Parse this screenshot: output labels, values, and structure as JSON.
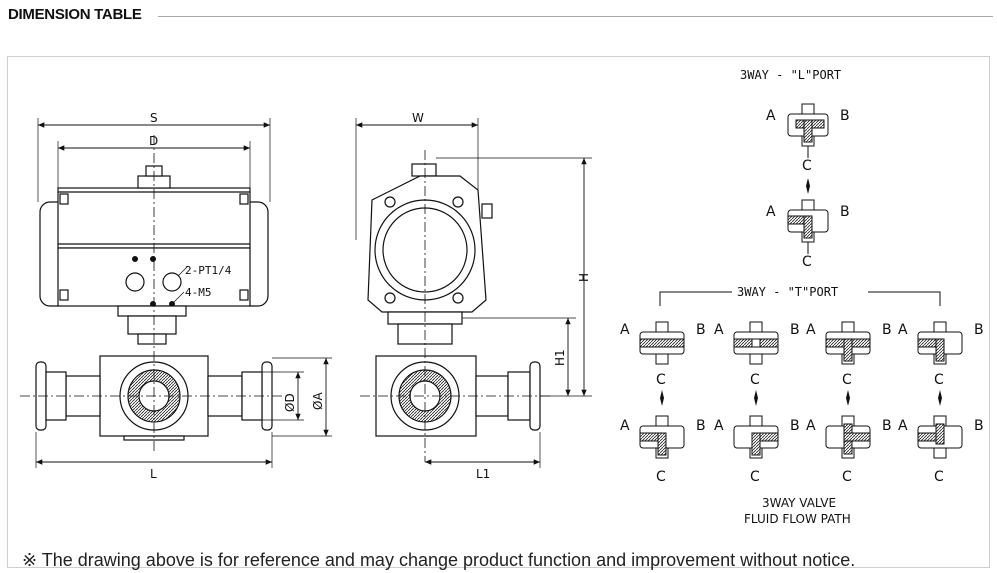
{
  "header": {
    "title": "DIMENSION TABLE"
  },
  "front_view": {
    "dim_S": "S",
    "dim_D": "D",
    "dim_L": "L",
    "dim_phiD": "ØD",
    "dim_phiA": "ØA",
    "port_note_1": "2-PT1/4",
    "port_note_2": "4-M5"
  },
  "side_view": {
    "dim_W": "W",
    "dim_H": "H",
    "dim_H1": "H1",
    "dim_L1": "L1"
  },
  "l_port": {
    "title": "3WAY - \"L\"PORT",
    "a": "A",
    "b": "B",
    "c": "C"
  },
  "t_port": {
    "title": "3WAY - \"T\"PORT",
    "a": "A",
    "b": "B",
    "c": "C"
  },
  "caption": {
    "line1": "3WAY VALVE",
    "line2": "FLUID FLOW PATH"
  },
  "footer": {
    "note": "※ The drawing above is for reference and may change product function and improvement without notice."
  }
}
